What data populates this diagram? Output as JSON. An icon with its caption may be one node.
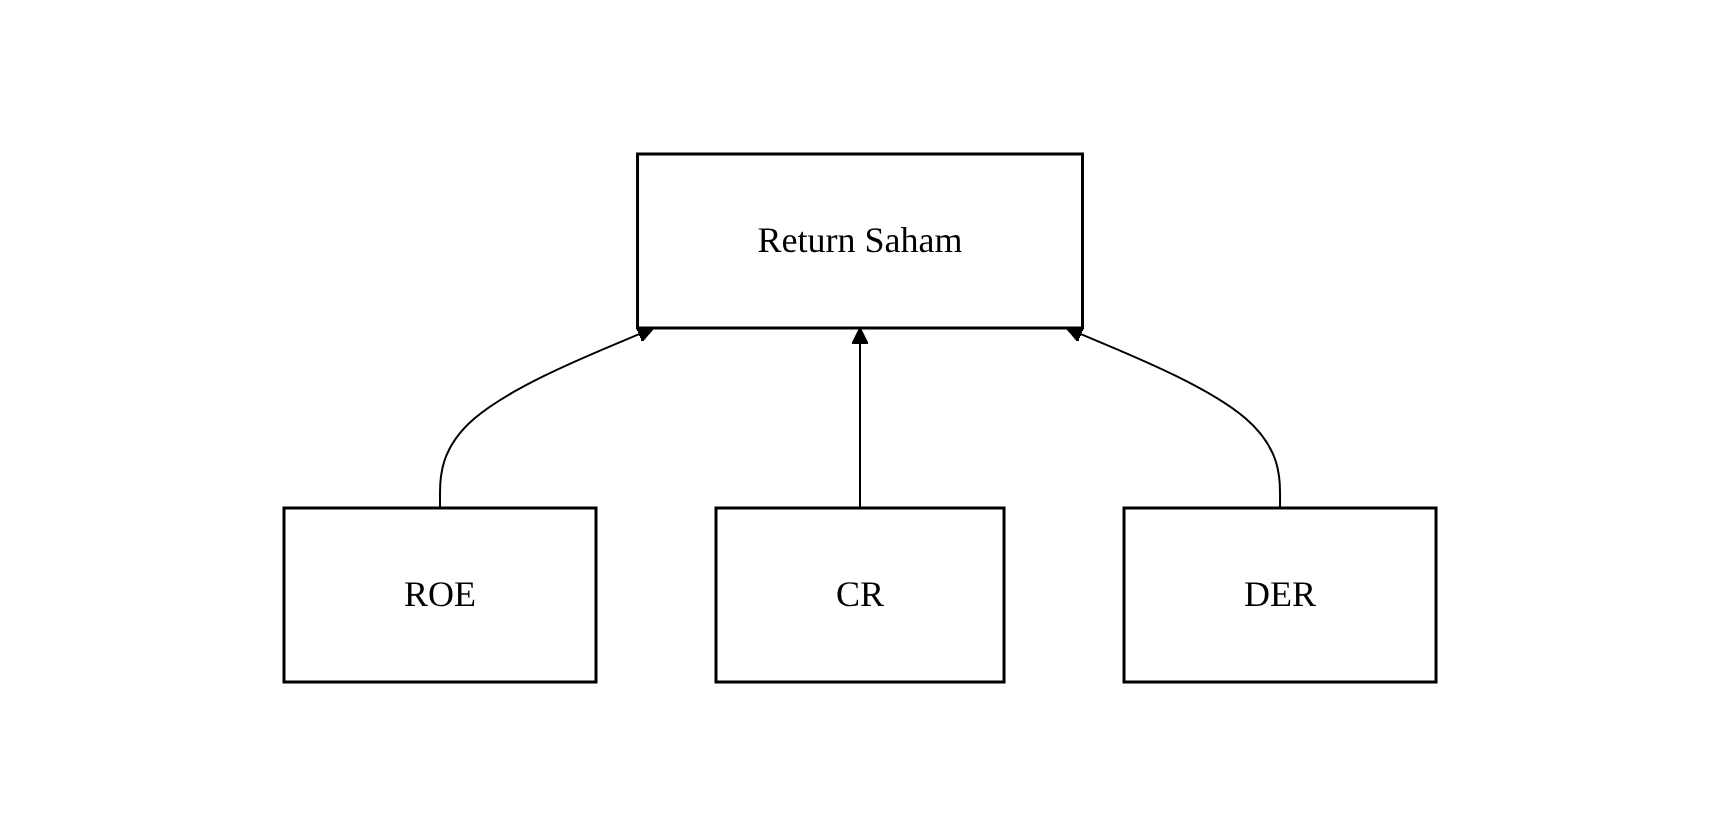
{
  "diagram": {
    "nodes": [
      {
        "text": [
          "Return Saham"
        ]
      },
      {
        "text": [
          "ROE"
        ]
      },
      {
        "text": [
          "CR"
        ]
      },
      {
        "text": [
          "DER"
        ]
      }
    ],
    "edges": [
      {
        "from": 1,
        "to": 0,
        "arrow": "to"
      },
      {
        "from": 2,
        "to": 0,
        "arrow": "to"
      },
      {
        "from": 3,
        "to": 0,
        "arrow": "to"
      }
    ]
  }
}
